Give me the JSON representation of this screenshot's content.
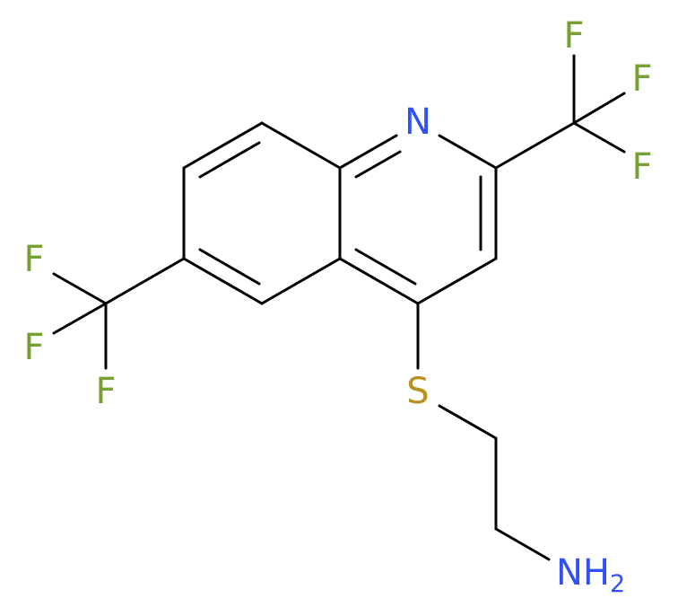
{
  "colors": {
    "bond": "#000000",
    "nitrogen": "#3050f8",
    "fluorine": "#75a131",
    "sulfur": "#b8911e"
  },
  "atoms": {
    "ring_n": "N",
    "sulfur": "S",
    "amine_n": "NH",
    "amine_sub": "2",
    "fluorine": "F"
  }
}
